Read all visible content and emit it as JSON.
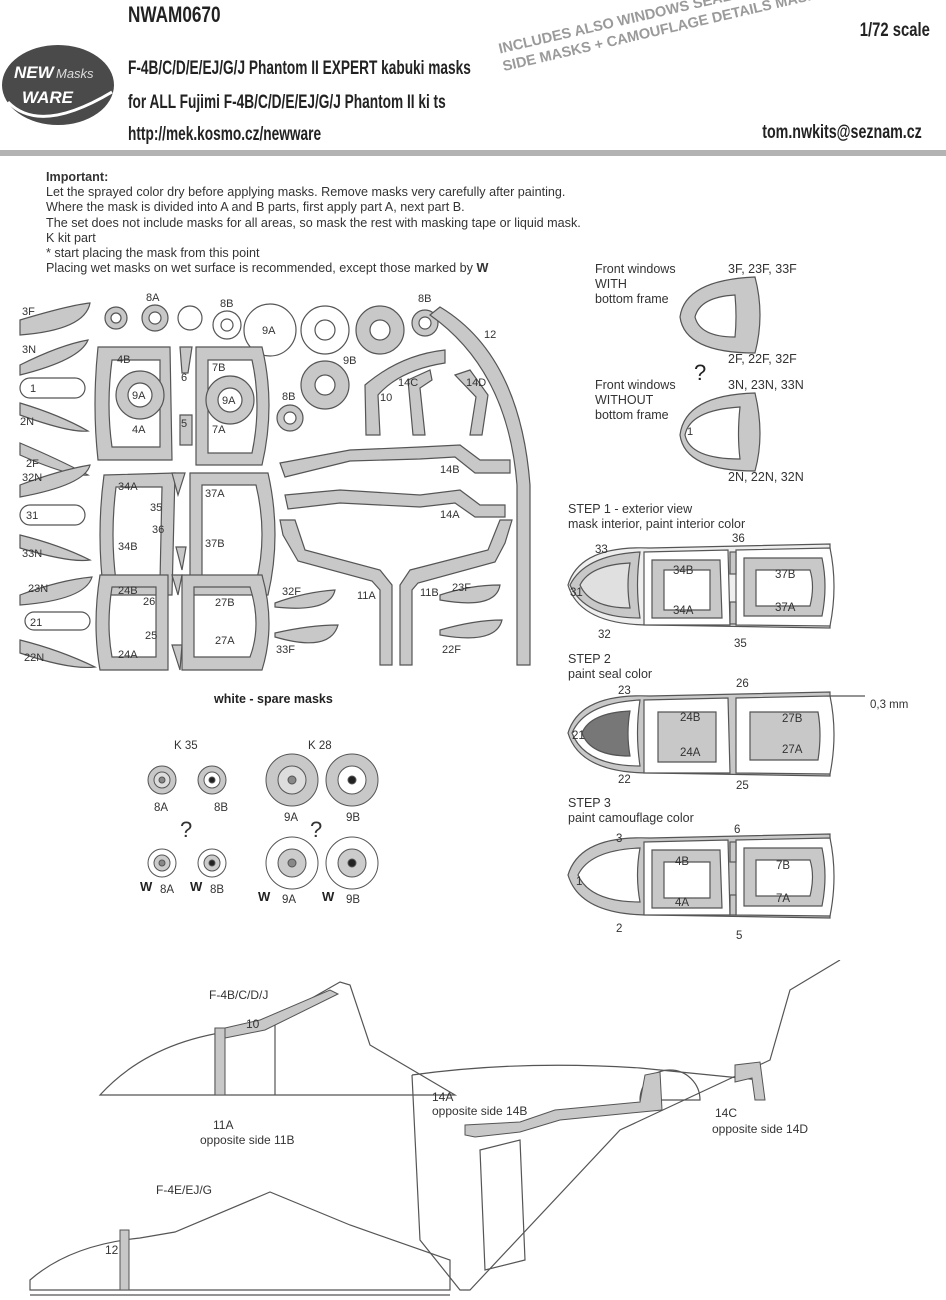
{
  "header": {
    "code": "NWAM0670",
    "title_line1": "F-4B/C/D/E/EJ/G/J Phantom II EXPERT kabuki masks",
    "title_line2": "for ALL Fujimi F-4B/C/D/E/EJ/G/J Phantom II ki ts",
    "url": "http://mek.kosmo.cz/newware",
    "scale": "1/72 scale",
    "email": "tom.nwkits@seznam.cz",
    "logo_top": "NEW",
    "logo_masks": "Masks",
    "logo_bottom": "WARE",
    "includes_line1": "INCLUDES ALSO WINDOWS SEAL AND INNER",
    "includes_line2": "SIDE MASKS  + CAMOUFLAGE DETAILS MASKS"
  },
  "notes": {
    "heading": "Important:",
    "lines": [
      "Let the sprayed color dry before applying masks. Remove masks very carefully after painting.",
      "Where the mask is divided into A and B parts, first apply part A, next part B.",
      "The set does not include masks for all areas, so mask the rest with masking tape or liquid mask.",
      "K kit part",
      "*  start placing the mask from this point",
      "Placing wet masks on wet surface is recommended, except those marked by"
    ],
    "wet_mark": "W"
  },
  "sheet_labels": {
    "mask_3F": "3F",
    "mask_3N": "3N",
    "mask_1": "1",
    "mask_2N": "2N",
    "mask_2F": "2F",
    "mask_32N": "32N",
    "mask_31": "31",
    "mask_33N": "33N",
    "mask_23N": "23N",
    "mask_21": "21",
    "mask_22N": "22N",
    "mask_8A": "8A",
    "mask_8B_a": "8B",
    "mask_8B_b": "8B",
    "mask_8B_c": "8B",
    "mask_9A_a": "9A",
    "mask_9A_b": "9A",
    "mask_9A_c": "9A",
    "mask_9B": "9B",
    "mask_4B": "4B",
    "mask_4A": "4A",
    "mask_6": "6",
    "mask_5": "5",
    "mask_7B": "7B",
    "mask_7A": "7A",
    "mask_34A": "34A",
    "mask_34B": "34B",
    "mask_35": "35",
    "mask_36": "36",
    "mask_37A": "37A",
    "mask_37B": "37B",
    "mask_24B": "24B",
    "mask_24A": "24A",
    "mask_26": "26",
    "mask_25": "25",
    "mask_27B": "27B",
    "mask_27A": "27A",
    "mask_10": "10",
    "mask_14C": "14C",
    "mask_14D": "14D",
    "mask_12": "12",
    "mask_14B": "14B",
    "mask_14A": "14A",
    "mask_11A": "11A",
    "mask_11B": "11B",
    "mask_32F": "32F",
    "mask_33F": "33F",
    "mask_23F": "23F",
    "mask_22F": "22F",
    "spare": "white - spare masks"
  },
  "wheels": {
    "k35": "K 35",
    "k28": "K 28",
    "w8A": "8A",
    "w8B": "8B",
    "w9A": "9A",
    "w9B": "9B",
    "w8A2": "8A",
    "w8B2": "8B",
    "w9A2": "9A",
    "w9B2": "9B",
    "q": "?",
    "W": "W"
  },
  "front_windows": {
    "with_line1": "Front windows",
    "with_line2": "WITH",
    "with_line3": "bottom frame",
    "with_codes_top": "3F, 23F, 33F",
    "with_codes_bottom": "2F, 22F, 32F",
    "q": "?",
    "without_line1": "Front windows",
    "without_line2": "WITHOUT",
    "without_line3": "bottom frame",
    "without_codes_top": "3N, 23N, 33N",
    "without_codes_bottom": "2N, 22N, 32N",
    "one": "1"
  },
  "steps": {
    "s1_title": "STEP 1 - exterior view",
    "s1_sub": "mask interior, paint interior color",
    "s1_33": "33",
    "s1_31": "31",
    "s1_32": "32",
    "s1_34B": "34B",
    "s1_34A": "34A",
    "s1_36": "36",
    "s1_35": "35",
    "s1_37B": "37B",
    "s1_37A": "37A",
    "s2_title": "STEP 2",
    "s2_sub": "paint seal color",
    "s2_23": "23",
    "s2_21": "21",
    "s2_22": "22",
    "s2_24B": "24B",
    "s2_24A": "24A",
    "s2_26": "26",
    "s2_25": "25",
    "s2_27B": "27B",
    "s2_27A": "27A",
    "s2_mm": "0,3 mm",
    "s3_title": "STEP 3",
    "s3_sub": "paint camouflage color",
    "s3_3": "3",
    "s3_1": "1",
    "s3_2": "2",
    "s3_4B": "4B",
    "s3_4A": "4A",
    "s3_6": "6",
    "s3_5": "5",
    "s3_7B": "7B",
    "s3_7A": "7A"
  },
  "side_views": {
    "v1_title": "F-4B/C/D/J",
    "v1_10": "10",
    "v1_11A": "11A",
    "v1_opp": "opposite side 11B",
    "v2_title": "F-4E/EJ/G",
    "v2_12": "12",
    "v3_14A": "14A",
    "v3_opp1": "opposite side 14B",
    "v3_14C": "14C",
    "v3_opp2": "opposite side 14D"
  }
}
